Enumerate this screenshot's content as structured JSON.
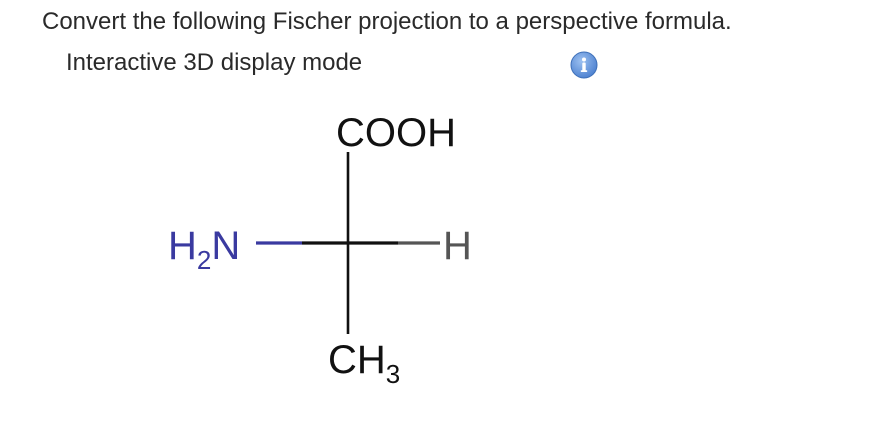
{
  "question": {
    "text": "Convert the following Fischer projection to a perspective formula."
  },
  "display_mode": {
    "label": "Interactive 3D display mode",
    "info_icon": "info-icon"
  },
  "molecule": {
    "top_group": "COOH",
    "left_group_main": "H",
    "left_group_sub": "2",
    "left_group_tail": "N",
    "right_group": "H",
    "bottom_group_main": "CH",
    "bottom_group_sub": "3",
    "colors": {
      "nitrogen": "#3a3aa0",
      "bond": "#111111",
      "hydrogen": "#555555",
      "info_icon": "#5b8fd6"
    }
  }
}
